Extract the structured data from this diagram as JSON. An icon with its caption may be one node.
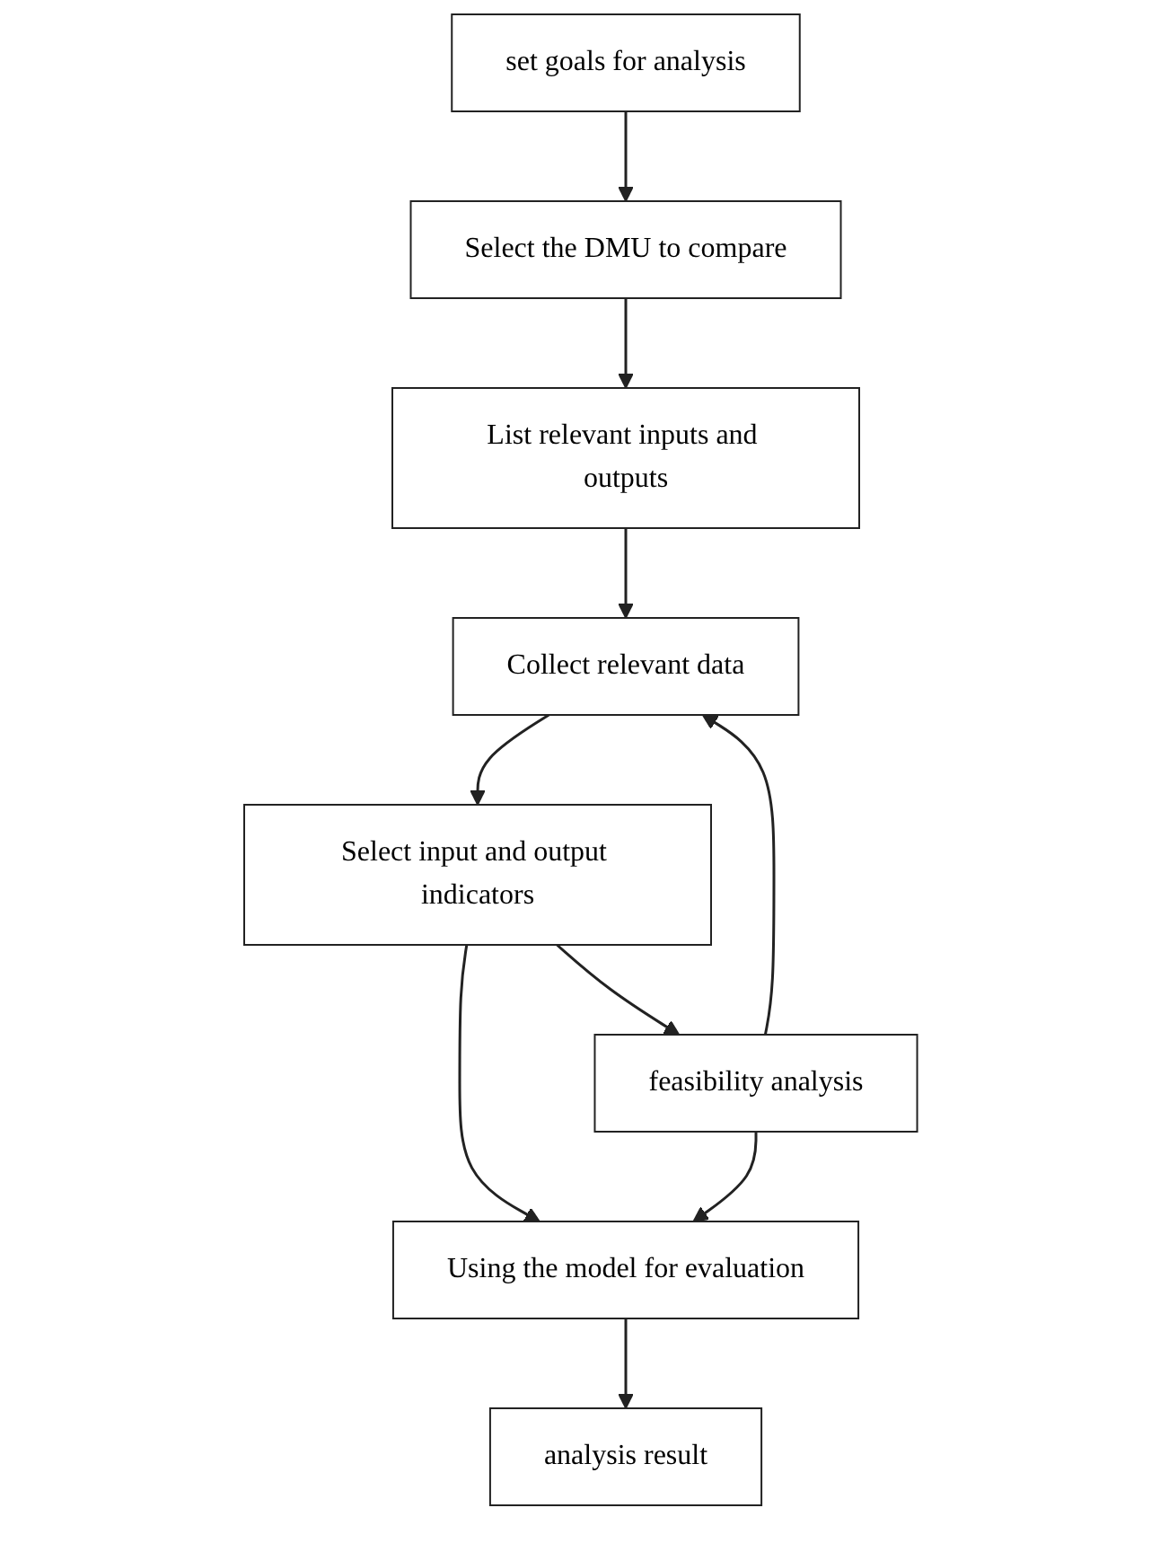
{
  "diagram": {
    "nodes": [
      {
        "text": [
          "set goals for analysis"
        ]
      },
      {
        "text": [
          "Select the DMU to compare"
        ]
      },
      {
        "text": [
          "List relevant inputs and outputs"
        ]
      },
      {
        "text": [
          "Collect relevant data"
        ]
      },
      {
        "text": [
          "Select input and output indicators"
        ]
      },
      {
        "text": [
          "feasibility analysis"
        ]
      },
      {
        "text": [
          "Using the model for evaluation"
        ]
      },
      {
        "text": [
          "analysis result"
        ]
      }
    ],
    "edges": [
      {
        "from": 0,
        "to": 1,
        "arrow": "to"
      },
      {
        "from": 1,
        "to": 2,
        "arrow": "to"
      },
      {
        "from": 2,
        "to": 3,
        "arrow": "to"
      },
      {
        "from": 3,
        "to": 4,
        "arrow": "to"
      },
      {
        "from": 4,
        "to": 5,
        "arrow": "to"
      },
      {
        "from": 5,
        "to": 3,
        "arrow": "to"
      },
      {
        "from": 4,
        "to": 6,
        "arrow": "to"
      },
      {
        "from": 5,
        "to": 6,
        "arrow": "to"
      },
      {
        "from": 6,
        "to": 7,
        "arrow": "to"
      }
    ]
  }
}
